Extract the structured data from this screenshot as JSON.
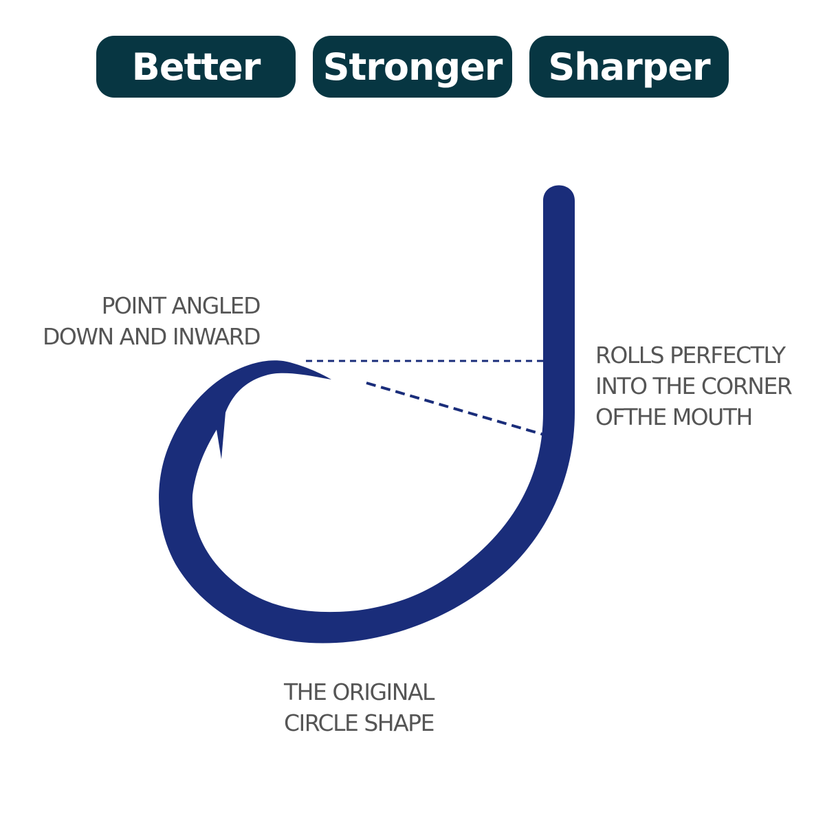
{
  "badges": [
    {
      "label": "Better"
    },
    {
      "label": "Stronger"
    },
    {
      "label": "Sharper"
    }
  ],
  "callouts": {
    "point": {
      "line1": "POINT ANGLED",
      "line2": "DOWN AND INWARD"
    },
    "rolls": {
      "line1": "ROLLS PERFECTLY",
      "line2": "INTO THE CORNER",
      "line3": "OFTHE MOUTH"
    },
    "shape": {
      "line1": "THE ORIGINAL",
      "line2": "CIRCLE SHAPE"
    }
  },
  "colors": {
    "badge_bg": "#073642",
    "badge_text": "#ffffff",
    "hook": "#1a2d7a",
    "label_text": "#555555"
  },
  "diagram": {
    "subject": "circle fishing hook",
    "icon": "circle-hook-icon"
  }
}
